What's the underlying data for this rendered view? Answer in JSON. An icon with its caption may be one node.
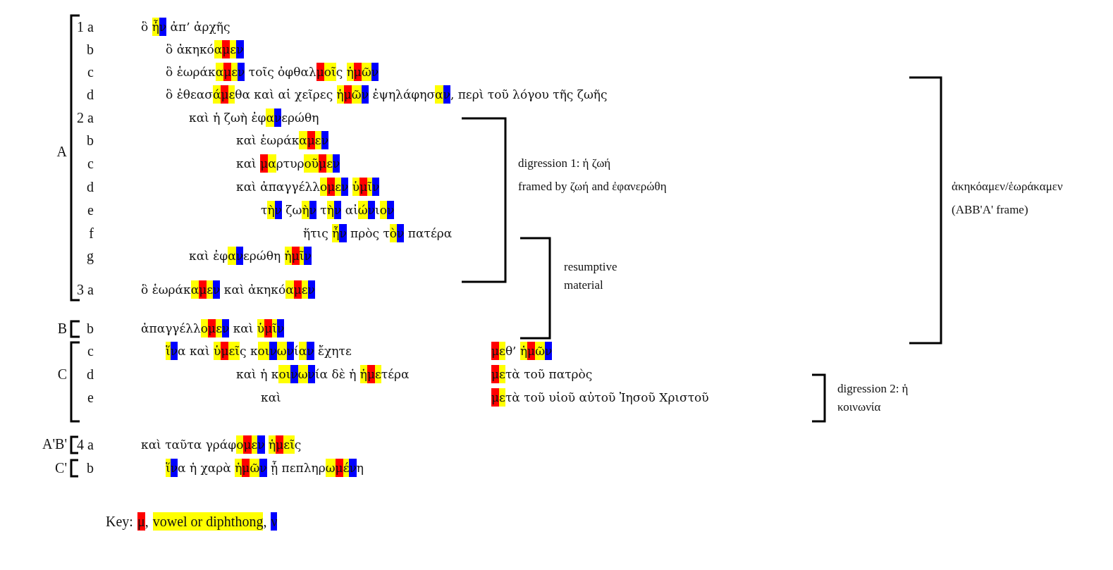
{
  "diagram": {
    "labels": [
      "1 a",
      "ὃ ἦν ἀπ’ ἀρχῆς",
      "b",
      "ὃ ἀκηκόαμεν",
      "c",
      "ὃ ἑωράκαμεν τοῖς ὀφθαλμοῖς ἡμῶν",
      "d",
      "ὃ ἐθεασάμεθα καὶ αἱ χεῖρες ἡμῶν ἐψηλάφησαν, περὶ τοῦ λόγου τῆς ζωῆς",
      "2 a",
      "καὶ ἡ ζωὴ ἐφανερώθη",
      "A",
      "b",
      "καὶ ἑωράκαμεν",
      "c",
      "καὶ μαρτυροῦμεν",
      "d",
      "καὶ ἀπαγγέλλομεν ὑμῖν",
      "e",
      "τὴν ζωὴν τὴν αἰώνιον",
      "f",
      "ἥτις ἦν πρὸς τὸν πατέρα",
      "g",
      "καὶ ἐφανερώθη ἡμῖν",
      "3 a",
      "ὃ ἑωράκαμεν καὶ ἀκηκόαμεν",
      "B",
      "b",
      "ἀπαγγέλλομεν καὶ ὑμῖν",
      "c",
      "ἵνα καὶ ὑμεῖς κοινωνίαν ἔχητε",
      "μεθ’ ἡμῶν",
      "C",
      "d",
      "καὶ ἡ κοινωνία δὲ ἡ ἡμετέρα",
      "μετὰ τοῦ πατρὸς",
      "e",
      "καὶ",
      "μετὰ τοῦ υἱοῦ αὐτοῦ Ἰησοῦ Χριστοῦ",
      "A'B'",
      "4 a",
      "καὶ ταῦτα γράφομεν ἡμεῖς",
      "C'",
      "b",
      "ἵνα ἡ χαρὰ ἡμῶν ᾖ πεπληρωμένη",
      "digression 1: ἡ ζωή",
      "framed by ζωή and ἐφανερώθη",
      "resumptive material",
      "ἀκηκόαμεν/ἑωράκαμεν",
      "(ABB'A' frame)",
      "digression 2: ἡ κοινωνία",
      "Key:",
      ",",
      ","
    ],
    "legend": [
      {
        "text": "μ",
        "color": "#ff0000"
      },
      {
        "text": "vowel or diphthong",
        "color": "#ffff00"
      },
      {
        "text": "ν",
        "color": "#0000ff"
      }
    ]
  }
}
